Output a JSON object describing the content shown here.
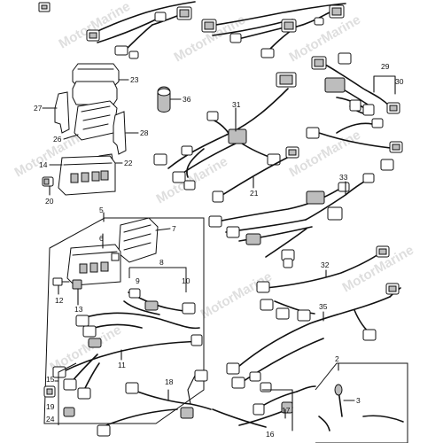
{
  "watermark": "MotorMarine",
  "callouts": {
    "c2": "2",
    "c3": "3",
    "c5": "5",
    "c6": "6",
    "c7": "7",
    "c8": "8",
    "c9": "9",
    "c10": "10",
    "c11": "11",
    "c12": "12",
    "c13": "13",
    "c14": "14",
    "c15": "15",
    "c16": "16",
    "c17": "17",
    "c18": "18",
    "c19": "19",
    "c20": "20",
    "c21": "21",
    "c22": "22",
    "c23": "23",
    "c24": "24",
    "c26": "26",
    "c27": "27",
    "c28": "28",
    "c29": "29",
    "c30": "30",
    "c31": "31",
    "c32": "32",
    "c33": "33",
    "c35": "35",
    "c36": "36"
  }
}
